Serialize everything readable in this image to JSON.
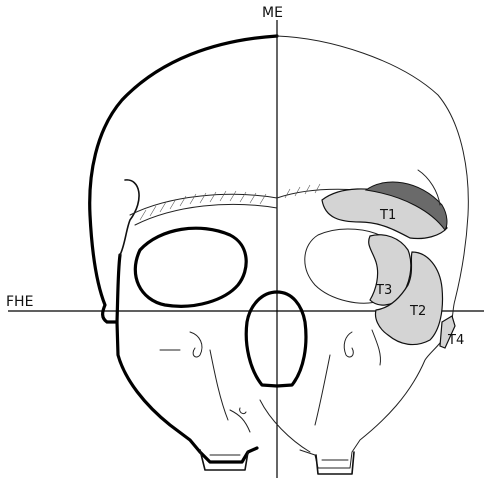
{
  "figure": {
    "axis_labels": {
      "vertical": "ME",
      "horizontal": "FHE"
    },
    "region_labels": [
      "T1",
      "T2",
      "T3",
      "T4"
    ],
    "region_fill_color": "#d4d4d4",
    "line_color": "#000000"
  }
}
